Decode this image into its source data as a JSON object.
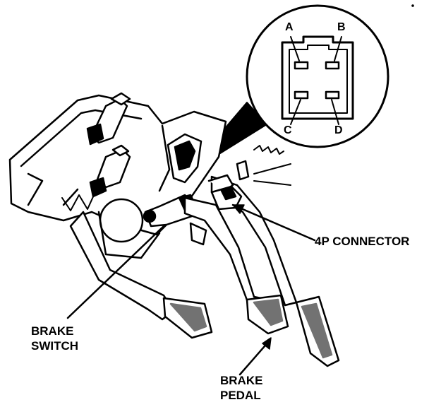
{
  "labels": {
    "connector": "4P CONNECTOR",
    "switch_line1": "BRAKE",
    "switch_line2": "SWITCH",
    "pedal_line1": "BRAKE",
    "pedal_line2": "PEDAL"
  },
  "pins": {
    "a": "A",
    "b": "B",
    "c": "C",
    "d": "D"
  },
  "colors": {
    "ink": "#000000",
    "paper": "#ffffff"
  }
}
